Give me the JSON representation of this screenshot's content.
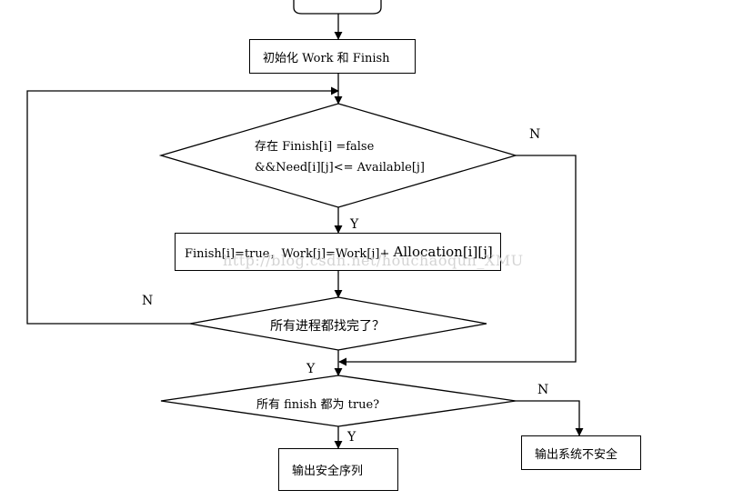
{
  "flowchart": {
    "init_label": "初始化 Work 和 Finish",
    "cond1_line1": "存在 Finish[i] =false",
    "cond1_line2": "&&Need[i][j]<= Available[j]",
    "update_text_a": "Finish[i]=true，Work[j]=Work[j]+ ",
    "update_text_b": "Allocation[i][j]",
    "cond2_label": "所有进程都找完了？",
    "cond3_label": "所有 finish 都为 true?",
    "output_safe": "输出安全序列",
    "output_unsafe": "输出系统不安全",
    "branch_y": "Y",
    "branch_n": "N"
  },
  "watermark": "http://blog.csdn.net/houchaoqun_XMU"
}
